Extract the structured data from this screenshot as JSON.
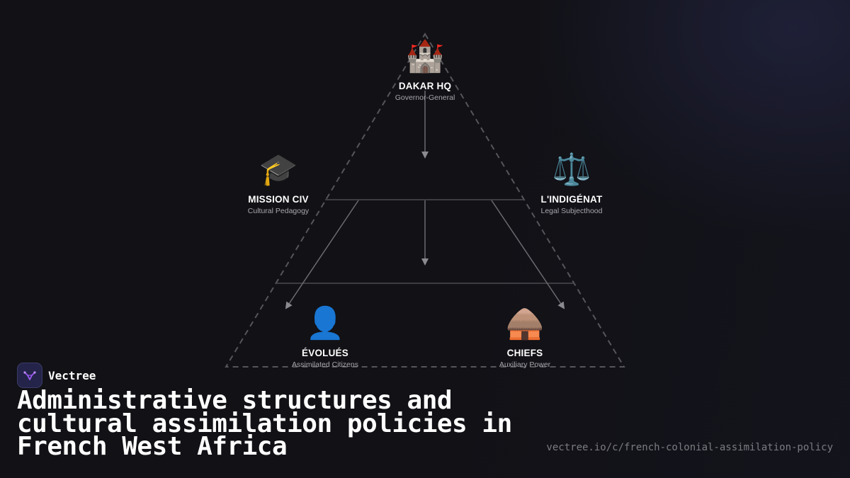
{
  "diagram": {
    "nodes": [
      {
        "id": "dakar",
        "icon": "castle-icon",
        "glyph": "🏰",
        "title": "DAKAR HQ",
        "subtitle": "Governor-General"
      },
      {
        "id": "mission",
        "icon": "graduation-cap-icon",
        "glyph": "🎓",
        "title": "MISSION CIV",
        "subtitle": "Cultural Pedagogy"
      },
      {
        "id": "indigenat",
        "icon": "scales-icon",
        "glyph": "⚖️",
        "title": "L'INDIGÉNAT",
        "subtitle": "Legal Subjecthood"
      },
      {
        "id": "evolues",
        "icon": "person-icon",
        "glyph": "👤",
        "title": "ÉVOLUÉS",
        "subtitle": "Assimilated Citizens"
      },
      {
        "id": "chiefs",
        "icon": "hut-icon",
        "glyph": "🛖",
        "title": "CHIEFS",
        "subtitle": "Auxiliary Power"
      }
    ],
    "colors": {
      "background": "#111116",
      "line": "#6b6b70",
      "dashed": "#55555a"
    }
  },
  "brand": {
    "name": "Vectree",
    "logo_icon": "vectree-logo-icon",
    "logo_color": "#9b5cf0"
  },
  "headline": "Administrative structures and cultural assimilation policies in French West Africa",
  "url": "vectree.io/c/french-colonial-assimilation-policy"
}
